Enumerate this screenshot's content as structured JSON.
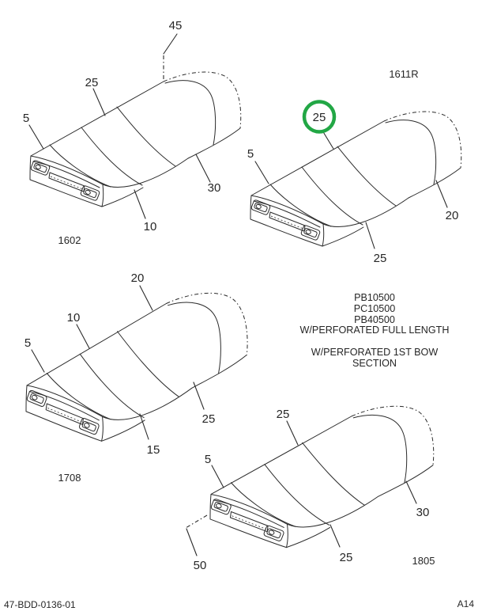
{
  "page": {
    "background": "#ffffff",
    "ink": "#2b2b2b",
    "highlight": "#22a745",
    "footer": {
      "doc_number": "47-BDD-0136-01",
      "sheet_code": "A14"
    }
  },
  "notes": {
    "group1": [
      "PB10500",
      "PC10500",
      "PB40500",
      "W/PERFORATED FULL LENGTH"
    ],
    "group2": [
      "W/PERFORATED 1ST BOW",
      "SECTION"
    ]
  },
  "figures": {
    "f1602": {
      "label": "1602",
      "callouts": {
        "c45": "45",
        "c25": "25",
        "c5": "5",
        "c30": "30",
        "c10": "10"
      }
    },
    "f1611r": {
      "label": "1611R",
      "callouts": {
        "c25_circled": "25",
        "c5": "5",
        "c20": "20",
        "c25_bottom": "25"
      }
    },
    "f1708": {
      "label": "1708",
      "callouts": {
        "c20": "20",
        "c10": "10",
        "c5": "5",
        "c25": "25",
        "c15": "15"
      }
    },
    "f1805": {
      "label": "1805",
      "callouts": {
        "c25_top": "25",
        "c5": "5",
        "c30": "30",
        "c25_bottom": "25",
        "c50": "50"
      }
    }
  }
}
